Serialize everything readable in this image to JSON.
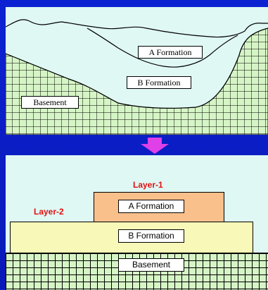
{
  "cross_section": {
    "a_label": "A Formation",
    "b_label": "B Formation",
    "basement_label": "Basement"
  },
  "layer_model": {
    "layer1_title": "Layer-1",
    "layer2_title": "Layer-2",
    "a_label": "A Formation",
    "b_label": "B Formation",
    "basement_label": "Basement"
  },
  "colors": {
    "background": "#0a1ec8",
    "panel": "#dff8f4",
    "basement_fill": "#d6f5c6",
    "a_fill": "#f9c08c",
    "b_fill": "#f8f8b8",
    "arrow": "#e040e8",
    "layer_title": "#e01010"
  }
}
